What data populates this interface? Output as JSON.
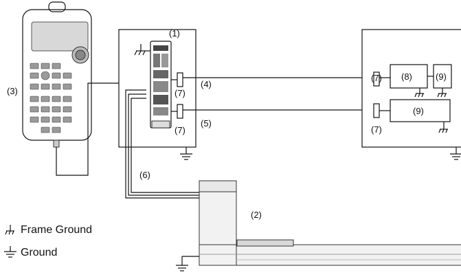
{
  "labels": {
    "controller": "(1)",
    "actuator": "(2)",
    "teaching_box": "(3)",
    "cable_4": "(4)",
    "cable_5": "(5)",
    "cable_6": "(6)",
    "noise_filter_top_left": "(7)",
    "noise_filter_bottom_left": "(7)",
    "noise_filter_top_right": "(7)",
    "noise_filter_bottom_right": "(7)",
    "device_8": "(8)",
    "device_9_small": "(9)",
    "device_9_large": "(9)"
  },
  "legend": {
    "frame_ground": "Frame Ground",
    "ground": "Ground"
  }
}
